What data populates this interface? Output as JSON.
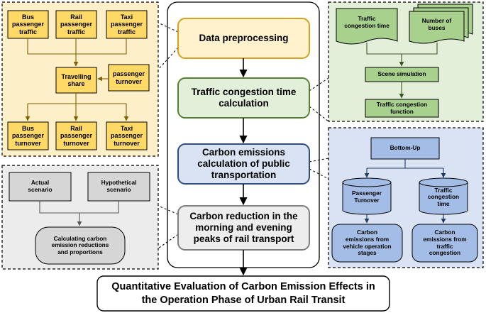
{
  "main_flow": {
    "step1": "Data preprocessing",
    "step2": "Traffic congestion time\ncalculation",
    "step3": "Carbon emissions\ncalculation of public\ntransportation",
    "step4": "Carbon reduction in the\nmorning and evening\npeaks of rail transport",
    "conclusion": "Quantitative Evaluation of Carbon Emission Effects in\nthe Operation Phase of Urban Rail Transit"
  },
  "panel_preprocessing": {
    "bus_traffic": "Bus\npassenger\ntraffic",
    "rail_traffic": "Rail\npassenger\ntraffic",
    "taxi_traffic": "Taxi\npassenger\ntraffic",
    "travelling_share": "Travelling\nshare",
    "passenger_turnover": "passenger\nturnover",
    "bus_turnover": "Bus\npassenger\nturnover",
    "rail_turnover": "Rail\npassenger\nturnover",
    "taxi_turnover": "Taxi\npassenger\nturnover"
  },
  "panel_congestion": {
    "traffic_congestion_time": "Traffic\ncongestion time",
    "number_of_buses": "Number of\nbuses",
    "scene_simulation": "Scene simulation",
    "congestion_function": "Traffic congestion\nfunction"
  },
  "panel_emissions": {
    "bottom_up": "Bottom-Up",
    "passenger_turnover": "Passenger\nTurnover",
    "traffic_congestion_time": "Traffic\ncongestion\ntime",
    "emissions_vehicle": "Carbon\nemissions from\nvehicle operation\nstages",
    "emissions_congestion": "Carbon\nemissions from\ntraffic\ncongestion"
  },
  "panel_reduction": {
    "actual_scenario": "Actual\nscenario",
    "hypothetical_scenario": "Hypothetical\nscenario",
    "calculating": "Calculating carbon\nemission reductions\nand proportions"
  },
  "colors": {
    "yellow_panel": "#fdf0c8",
    "yellow_box": "#ffd966",
    "green_panel": "#e3efd9",
    "green_box": "#a9d18e",
    "blue_panel": "#dae3f3",
    "blue_box": "#a4bde6",
    "gray_panel": "#ececec",
    "gray_box": "#d6d6d6"
  }
}
